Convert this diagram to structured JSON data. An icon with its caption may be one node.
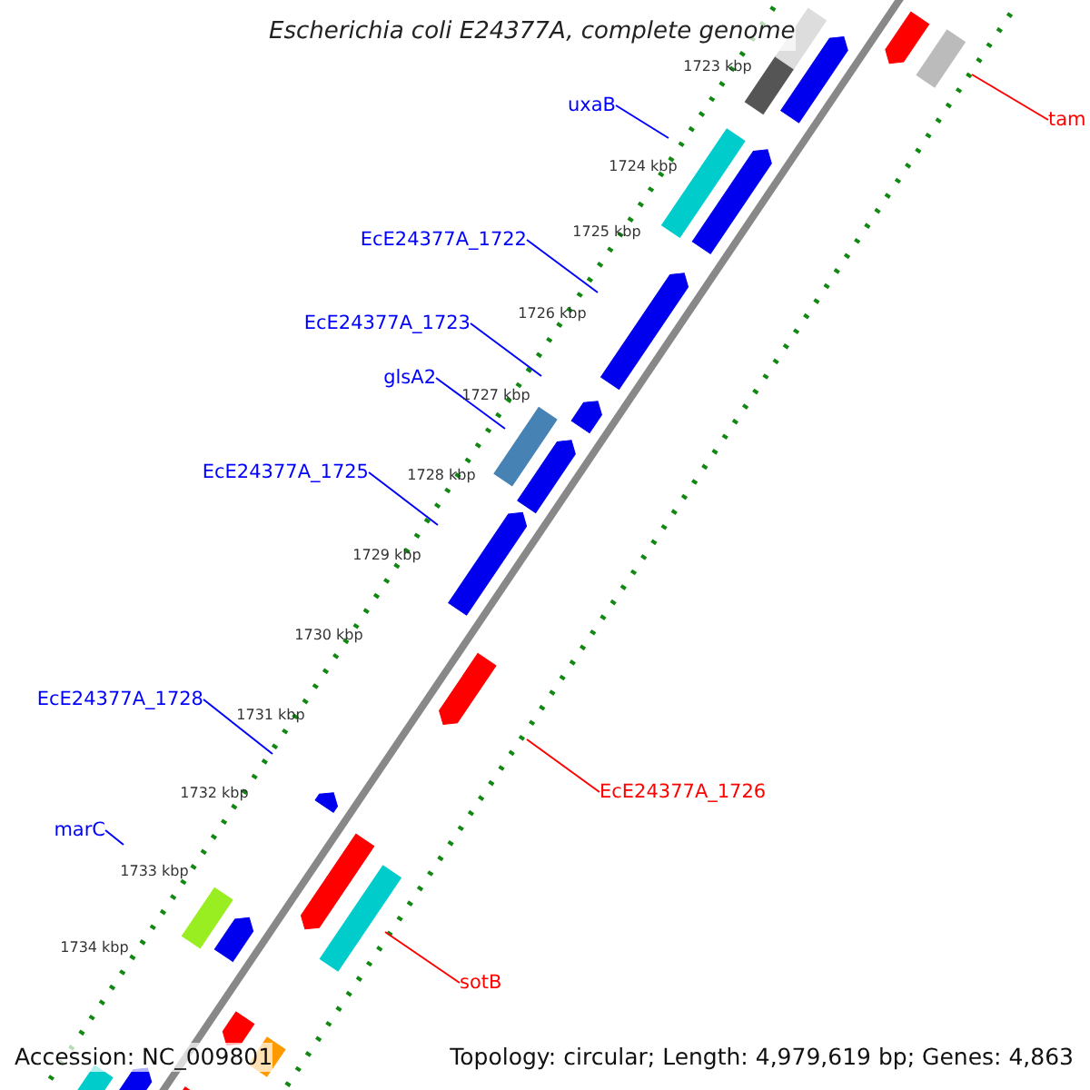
{
  "diagram": {
    "title": "Escherichia coli E24377A, complete genome",
    "nodes": [
      {
        "text": [
          "uxaB"
        ]
      },
      {
        "text": [
          "EcE24377A_1722"
        ]
      },
      {
        "text": [
          "EcE24377A_1723"
        ]
      },
      {
        "text": [
          "glsA2"
        ]
      },
      {
        "text": [
          "EcE24377A_1725"
        ]
      },
      {
        "text": [
          "EcE24377A_1728"
        ]
      },
      {
        "text": [
          "marC"
        ]
      },
      {
        "text": [
          "tam"
        ]
      },
      {
        "text": [
          "EcE24377A_1726"
        ]
      },
      {
        "text": [
          "sotB"
        ]
      }
    ],
    "edges": [
      {
        "from": 0,
        "to": null,
        "arrow": "none"
      },
      {
        "from": 1,
        "to": null,
        "arrow": "none"
      },
      {
        "from": 2,
        "to": null,
        "arrow": "none"
      },
      {
        "from": 3,
        "to": null,
        "arrow": "none"
      },
      {
        "from": 4,
        "to": null,
        "arrow": "none"
      },
      {
        "from": 5,
        "to": null,
        "arrow": "none"
      },
      {
        "from": 6,
        "to": null,
        "arrow": "none"
      },
      {
        "from": 7,
        "to": null,
        "arrow": "none",
        "color": "#ff0000"
      },
      {
        "from": 8,
        "to": null,
        "arrow": "none",
        "color": "#ff0000"
      },
      {
        "from": 9,
        "to": null,
        "arrow": "none",
        "color": "#ff0000"
      }
    ],
    "labels": [
      "1723 kbp",
      "1724 kbp",
      "1725 kbp",
      "1726 kbp",
      "1727 kbp",
      "1728 kbp",
      "1729 kbp",
      "1730 kbp",
      "1731 kbp",
      "1732 kbp",
      "1733 kbp",
      "1734 kbp",
      "Accession: NC_009801",
      "Topology: circular; Length: 4,979,619 bp; Genes: 4,863"
    ]
  }
}
